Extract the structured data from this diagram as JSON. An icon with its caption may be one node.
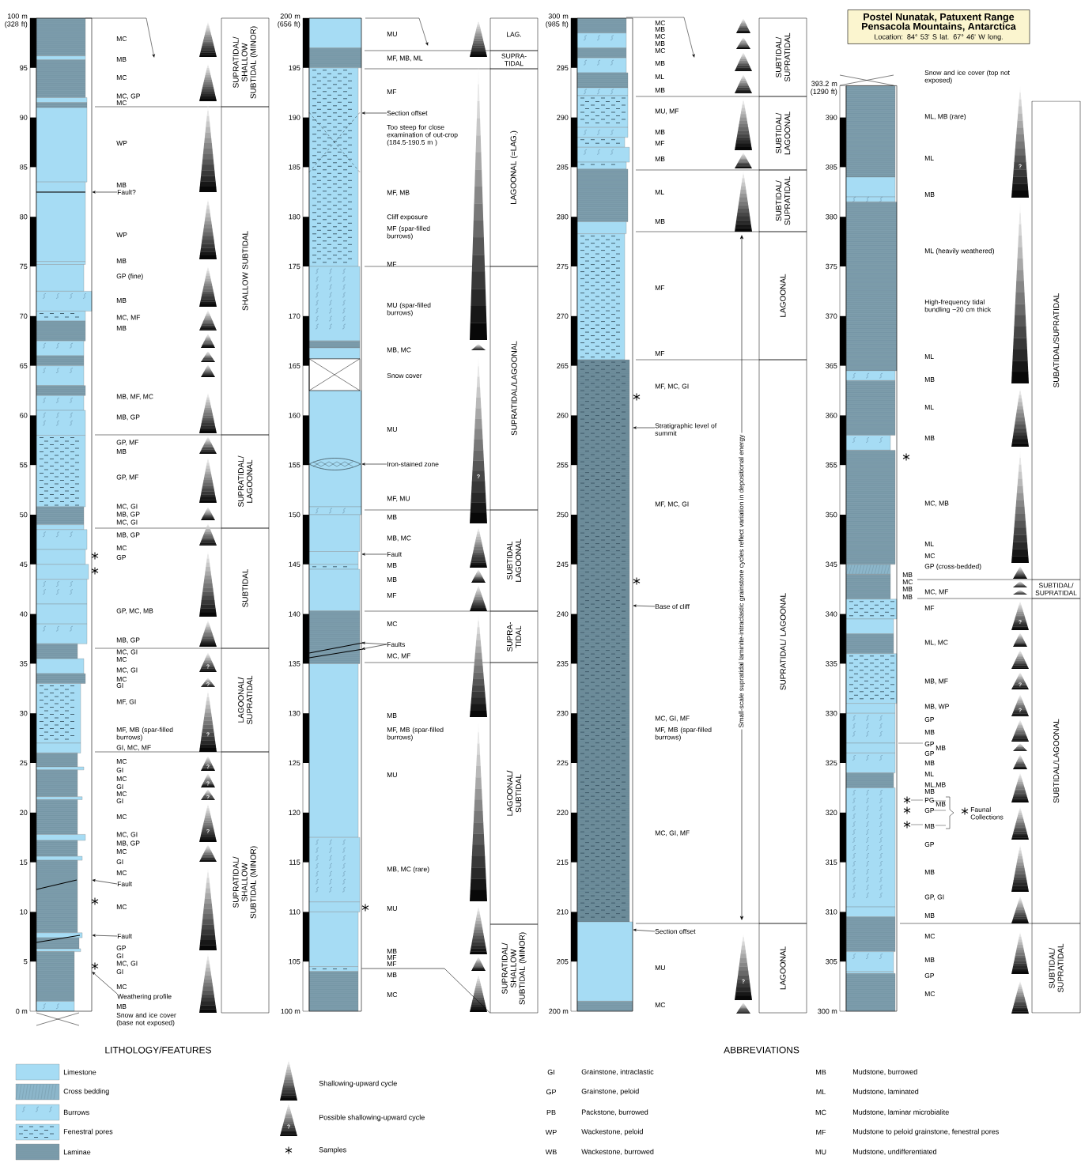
{
  "diagram": {
    "nodes": [
      {
        "text": [
          "Postel Nunatak, Patuxent Range Pensacola Mountains, Antarctica",
          "Location: 84° 53' S lat. 67° 46' W long."
        ]
      },
      {
        "text": [
          "Fault?"
        ]
      },
      {
        "text": [
          "Fault"
        ]
      },
      {
        "text": [
          "Fault"
        ]
      },
      {
        "text": [
          "Weathering profile"
        ]
      },
      {
        "text": [
          "Section offset"
        ]
      },
      {
        "text": [
          "Iron-stained zone"
        ]
      },
      {
        "text": [
          "Fault"
        ]
      },
      {
        "text": [
          "Faults"
        ]
      },
      {
        "text": [
          "Stratigraphic level of summit"
        ]
      },
      {
        "text": [
          "Base of cliff"
        ]
      },
      {
        "text": [
          "Section offset"
        ]
      },
      {
        "text": [
          "SUPRATIDAL/ SHALLOW SUBTIDAL (MINOR)"
        ]
      },
      {
        "text": [
          "SHALLOW SUBTIDAL"
        ]
      },
      {
        "text": [
          "SUPRATIDAL/ LAGOONAL"
        ]
      },
      {
        "text": [
          "SUBTIDAL"
        ]
      },
      {
        "text": [
          "LAGOONAL/ SUPRATIDAL"
        ]
      },
      {
        "text": [
          "SUPRATIDAL/ SHALLOW SUBTIDAL (MINOR)"
        ]
      },
      {
        "text": [
          "LAG."
        ]
      },
      {
        "text": [
          "SUPRA-TIDAL"
        ]
      },
      {
        "text": [
          "LAGOONAL (=LAG.)"
        ]
      },
      {
        "text": [
          "SUPRATIDAL/LAGOONAL"
        ]
      },
      {
        "text": [
          "SUBTIDAL LAGOONAL"
        ]
      },
      {
        "text": [
          "SUPRA-TIDAL"
        ]
      },
      {
        "text": [
          "LAGOONAL/ SUBTIDAL"
        ]
      },
      {
        "text": [
          "SUPRATIDAL/ SHALLOW SUBTIDAL (MINOR)"
        ]
      },
      {
        "text": [
          "SUBTIDAL/ SUPRATIDAL"
        ]
      },
      {
        "text": [
          "SUBTIDAL/ LAGOONAL"
        ]
      },
      {
        "text": [
          "SUBTIDAL/ SUPRATIDAL"
        ]
      },
      {
        "text": [
          "LAGOONAL"
        ]
      },
      {
        "text": [
          "SUPRATIDAL/ LAGOONAL"
        ]
      },
      {
        "text": [
          "LAGOONAL"
        ]
      },
      {
        "text": [
          "SUBATIDAL/SUPRATIDAL"
        ]
      },
      {
        "text": [
          "SUBTIDAL/ SUPRATIDAL"
        ]
      },
      {
        "text": [
          "SUBTIDAL/LAGOONAL"
        ]
      },
      {
        "text": [
          "SUBTIDAL/ SUPRATIDAL"
        ]
      },
      {
        "text": [],
        "shape": "bar"
      },
      {
        "text": [],
        "shape": "bar"
      },
      {
        "text": [],
        "shape": "bar"
      },
      {
        "text": [],
        "shape": "bar"
      }
    ],
    "edges": [
      {
        "from": 1,
        "to": 36,
        "arrow": "to"
      },
      {
        "from": 2,
        "to": 36,
        "arrow": "to"
      },
      {
        "from": 3,
        "to": 36,
        "arrow": "to"
      },
      {
        "from": 4,
        "to": 36,
        "arrow": "to"
      },
      {
        "from": 5,
        "to": 37,
        "arrow": "to"
      },
      {
        "from": 6,
        "to": 37,
        "arrow": "to"
      },
      {
        "from": 7,
        "to": 37,
        "arrow": "to"
      },
      {
        "from": 8,
        "to": 37,
        "arrow": "to"
      },
      {
        "from": 8,
        "to": 37,
        "arrow": "to"
      },
      {
        "from": 9,
        "to": 38,
        "arrow": "to"
      },
      {
        "from": 10,
        "to": 38,
        "arrow": "to"
      },
      {
        "from": 11,
        "to": 38,
        "arrow": "to"
      },
      {
        "from": 37,
        "to": 25,
        "arrow": "none"
      }
    ],
    "labels": [
      "100 m (328 ft)",
      "95",
      "90",
      "85",
      "80",
      "75",
      "70",
      "65",
      "60",
      "55",
      "50",
      "45",
      "40",
      "35",
      "30",
      "25",
      "20",
      "15",
      "10",
      "5",
      "0 m",
      "200 m (656 ft)",
      "195",
      "190",
      "185",
      "180",
      "175",
      "170",
      "165",
      "160",
      "155",
      "150",
      "145",
      "140",
      "135",
      "130",
      "125",
      "120",
      "115",
      "110",
      "105",
      "100 m",
      "300 m (985 ft)",
      "295",
      "290",
      "285",
      "280",
      "275",
      "270",
      "265",
      "260",
      "255",
      "250",
      "245",
      "240",
      "235",
      "230",
      "225",
      "220",
      "215",
      "210",
      "205",
      "200 m",
      "393.2 m (1290 ft)",
      "390",
      "385",
      "380",
      "375",
      "370",
      "365",
      "360",
      "355",
      "350",
      "345",
      "340",
      "335",
      "330",
      "325",
      "320",
      "315",
      "310",
      "305",
      "300 m",
      "MC",
      "MB",
      "MC",
      "MC, GP",
      "MC",
      "WP",
      "MB",
      "WP",
      "MB",
      "GP (fine)",
      "MB",
      "MC, MF",
      "MB",
      "MB, MF, MC",
      "MB, GP",
      "GP, MF",
      "MB",
      "GP, MF",
      "MC, GI",
      "MB, GP",
      "MC, GI",
      "MB, GP",
      "MC",
      "GP",
      "GP, MC, MB",
      "MB, GP",
      "MC, GI",
      "MC",
      "MC, GI",
      "MC",
      "GI",
      "MF, GI",
      "MF, MB (spar-filled burrows)",
      "GI, MC, MF",
      "MC",
      "GI",
      "MC",
      "GI",
      "MC",
      "GI",
      "MC",
      "MC, GI",
      "MB, GP",
      "MC",
      "GI",
      "MC",
      "MC",
      "GP",
      "GI",
      "MC, GI",
      "GI",
      "MC",
      "MB",
      "Snow and ice cover (base not exposed)",
      "MU",
      "MF, MB, ML",
      "MF",
      "Too steep for close examination of out-crop (184.5-190.5 m )",
      "MF, MB",
      "Cliff exposure",
      "MF (spar-filled burrows)",
      "MF",
      "MU (spar-filled burrows)",
      "MB, MC",
      "Snow cover",
      "MU",
      "MF, MU",
      "MB",
      "MB, MC",
      "MB",
      "MB",
      "MF",
      "MC",
      "MC, MF",
      "MB",
      "MF, MB (spar-filled burrows)",
      "MU",
      "MB, MC (rare)",
      "MU",
      "MB",
      "MF",
      "MF",
      "MB",
      "MC",
      "MC",
      "MB",
      "MC",
      "MB",
      "MC",
      "MB",
      "ML",
      "MB",
      "MU, MF",
      "MB",
      "MF",
      "MB",
      "ML",
      "MB",
      "MF",
      "MF",
      "MF, MC, GI",
      "MF, MC, GI",
      "MC, GI, MF",
      "MF, MB (spar-filled burrows)",
      "MC, GI, MF",
      "MU",
      "MC",
      "Snow and ice cover (top not exposed)",
      "ML, MB (rare)",
      "ML",
      "MB",
      "ML (heavily weathered)",
      "High-frequency tidal bundling ~20 cm thick",
      "ML",
      "MB",
      "ML",
      "MB",
      "MC, MB",
      "ML",
      "MC",
      "GP (cross-bedded)",
      "MB",
      "MC",
      "MB",
      "MB",
      "MC, MF",
      "MF",
      "ML, MC",
      "MB, MF",
      "MB, WP",
      "GP",
      "MB",
      "GP",
      "MB",
      "GP",
      "MB",
      "ML",
      "ML,MB",
      "MB",
      "PG",
      "MB",
      "GP",
      "MB",
      "GP",
      "MB",
      "GP, GI",
      "MB",
      "MC",
      "MB",
      "GP",
      "MC",
      "Faunal Collections",
      "?",
      "?",
      "?",
      "?",
      "?",
      "?",
      "?",
      "?",
      "?",
      "?",
      "?",
      "?",
      "?",
      "Small-scale supratidal laminite-intraclastic grainstone cycles reflect variation in depositional energy",
      "LITHOLOGY/FEATURES",
      "ABBREVIATIONS",
      "?",
      "GI",
      "Grainstone, intraclastic",
      "MB",
      "Mudstone, burrowed",
      "GP",
      "Grainstone, peloid",
      "ML",
      "Mudstone, laminated",
      "PB",
      "Packstone, burrowed",
      "MC",
      "Mudstone, laminar microbialite",
      "WP",
      "Wackestone, peloid",
      "MF",
      "Mudstone to peloid grainstone, fenestral pores",
      "WB",
      "Wackestone, burrowed",
      "MU",
      "Mudstone, undifferentiated"
    ],
    "legend": [
      {
        "text": "Limestone",
        "color": "#a6dcf4"
      },
      {
        "text": "Cross bedding",
        "color": "#8cb6ca"
      },
      {
        "text": "Burrows"
      },
      {
        "text": "Fenestral pores"
      },
      {
        "text": "Laminae"
      },
      {
        "text": "Shallowing-upward cycle"
      },
      {
        "text": "Possible shallowing-upward cycle"
      },
      {
        "text": "Samples"
      }
    ]
  }
}
